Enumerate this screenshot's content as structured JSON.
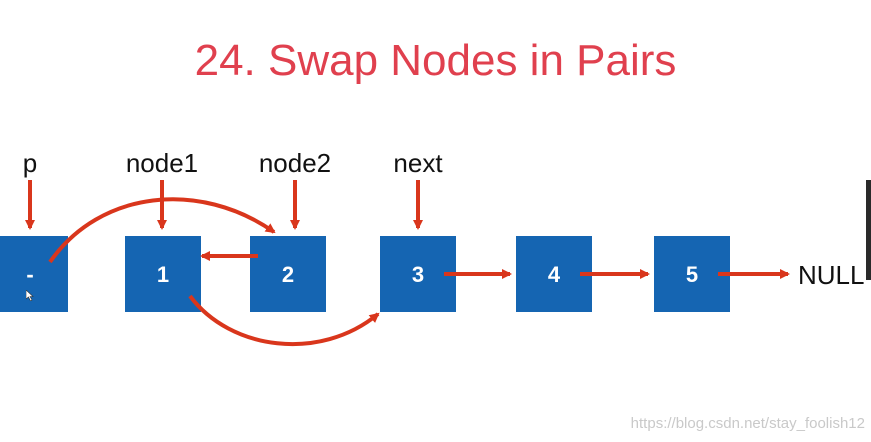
{
  "title": "24. Swap Nodes in Pairs",
  "colors": {
    "node": "#1565b2",
    "arrow": "#d9361c",
    "title": "#e0404e"
  },
  "nodes": [
    {
      "id": "dummy",
      "label": "-"
    },
    {
      "id": "n1",
      "label": "1"
    },
    {
      "id": "n2",
      "label": "2"
    },
    {
      "id": "n3",
      "label": "3"
    },
    {
      "id": "n4",
      "label": "4"
    },
    {
      "id": "n5",
      "label": "5"
    }
  ],
  "pointers": [
    {
      "label": "p",
      "target": "dummy"
    },
    {
      "label": "node1",
      "target": "n1"
    },
    {
      "label": "node2",
      "target": "n2"
    },
    {
      "label": "next",
      "target": "n3"
    }
  ],
  "null_label": "NULL",
  "watermark": "https://blog.csdn.net/stay_foolish12"
}
